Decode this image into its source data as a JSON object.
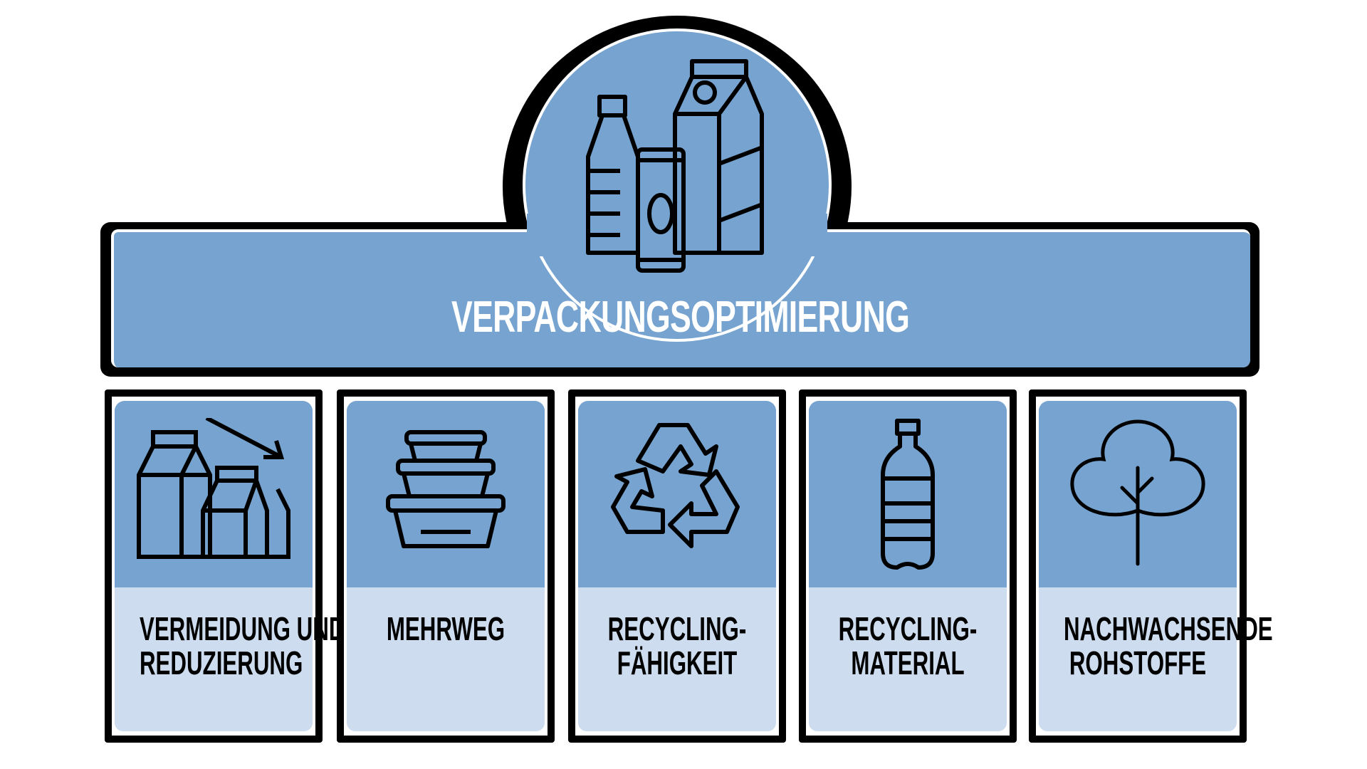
{
  "title": "VERPACKUNGSOPTIMIERUNG",
  "colors": {
    "dark_blue": "#76a3cf",
    "light_blue": "#cddcee",
    "outline": "#000000"
  },
  "hero_icons": [
    "bottle-icon",
    "can-icon",
    "milk-carton-icon"
  ],
  "cards": [
    {
      "icon": "cartons-reduce-icon",
      "lines": [
        "VERMEIDUNG UND",
        "REDUZIERUNG"
      ]
    },
    {
      "icon": "stacked-containers-icon",
      "lines": [
        "MEHRWEG",
        ""
      ]
    },
    {
      "icon": "recycle-icon",
      "lines": [
        "RECYCLING-",
        "FÄHIGKEIT"
      ]
    },
    {
      "icon": "bottle-icon",
      "lines": [
        "RECYCLING-",
        "MATERIAL"
      ]
    },
    {
      "icon": "tree-icon",
      "lines": [
        "NACHWACHSENDE",
        "ROHSTOFFE"
      ]
    }
  ]
}
